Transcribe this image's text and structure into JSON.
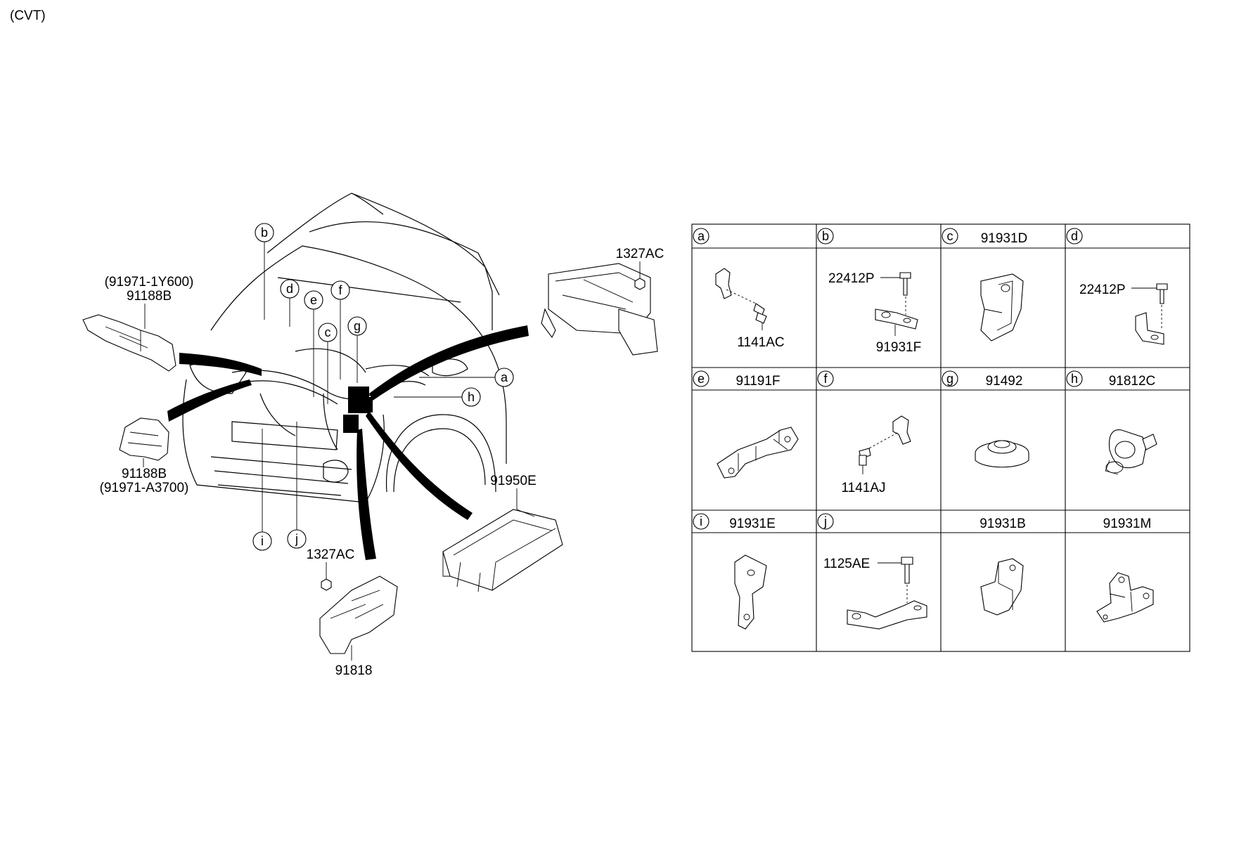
{
  "variant": "(CVT)",
  "left_diagram": {
    "callouts": [
      "a",
      "b",
      "c",
      "d",
      "e",
      "f",
      "g",
      "h",
      "i",
      "j"
    ],
    "parts": {
      "upper_left_alt": "(91971-1Y600)",
      "upper_left": "91188B",
      "lower_left": "91188B",
      "lower_left_alt": "(91971-A3700)",
      "fuse_box_nut": "1327AC",
      "relay_box": "91950E",
      "lower_nut": "1327AC",
      "lower_bracket": "91818"
    }
  },
  "table": {
    "cells": [
      {
        "letter": "a",
        "part": "",
        "labels": [
          "1141AC"
        ]
      },
      {
        "letter": "b",
        "part": "",
        "labels": [
          "22412P",
          "91931F"
        ]
      },
      {
        "letter": "c",
        "part": "91931D",
        "labels": []
      },
      {
        "letter": "d",
        "part": "",
        "labels": [
          "22412P"
        ]
      },
      {
        "letter": "e",
        "part": "91191F",
        "labels": []
      },
      {
        "letter": "f",
        "part": "",
        "labels": [
          "1141AJ"
        ]
      },
      {
        "letter": "g",
        "part": "91492",
        "labels": []
      },
      {
        "letter": "h",
        "part": "91812C",
        "labels": []
      },
      {
        "letter": "i",
        "part": "91931E",
        "labels": []
      },
      {
        "letter": "j",
        "part": "",
        "labels": [
          "1125AE"
        ]
      },
      {
        "letter": "",
        "part": "91931B",
        "labels": []
      },
      {
        "letter": "",
        "part": "91931M",
        "labels": []
      }
    ]
  }
}
